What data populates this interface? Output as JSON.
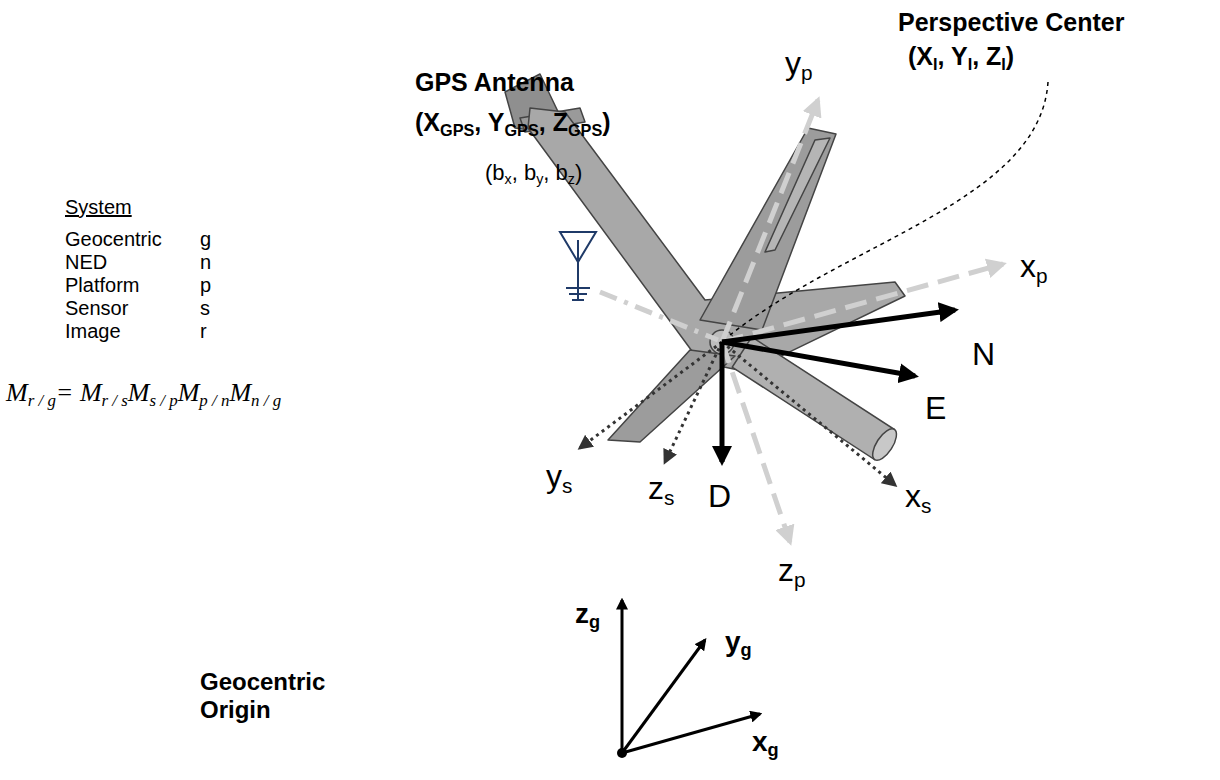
{
  "diagram": {
    "labels": [
      "Perspective Center",
      "(X",
      "I",
      ", Y",
      "I",
      ", Z",
      "I",
      ")",
      "y",
      "p",
      "GPS Antenna",
      "(X",
      "GPS",
      ", Y",
      "GPS",
      ", Z",
      "GPS",
      ")",
      "(b",
      "x",
      ", b",
      "y",
      ", b",
      "z",
      ")",
      "System",
      "Geocentric",
      "g",
      "NED",
      "n",
      "Platform",
      "p",
      "Sensor",
      "s",
      "Image",
      "r",
      "x",
      "p",
      "N",
      "E",
      "M",
      "r / g",
      "= M",
      "r / s",
      "M",
      "s / p",
      "M",
      "p / n",
      "M",
      "n / g",
      "y",
      "s",
      "z",
      "s",
      "D",
      "x",
      "s",
      "z",
      "p",
      "z",
      "g",
      "y",
      "g",
      "Geocentric Origin",
      "x",
      "g"
    ]
  }
}
